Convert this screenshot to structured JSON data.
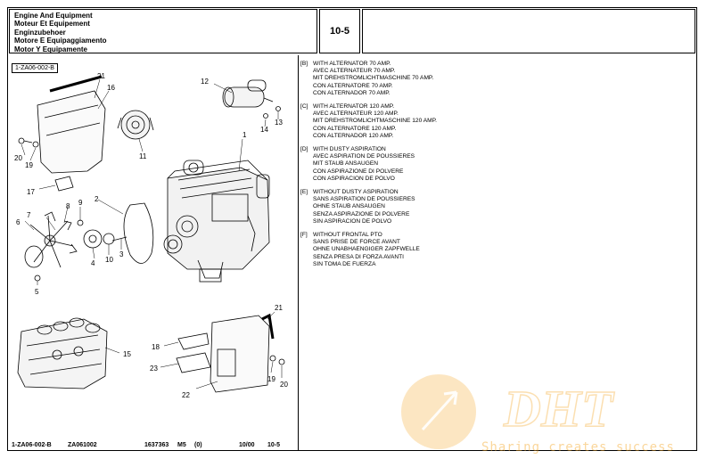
{
  "header": {
    "title_lines": [
      "Engine And Equipment",
      "Moteur Et Equipement",
      "Enginzubehoer",
      "Motore E Equipaggiamento",
      "Motor Y Equipamente"
    ],
    "page_code": "10-5"
  },
  "figure": {
    "reference": "1-ZA06-002-B",
    "callouts": [
      "21",
      "16",
      "12",
      "11",
      "14",
      "13",
      "20",
      "19",
      "1",
      "17",
      "2",
      "9",
      "8",
      "7",
      "6",
      "4",
      "10",
      "3",
      "5",
      "21",
      "18",
      "15",
      "23",
      "19",
      "20",
      "22"
    ]
  },
  "notes": [
    {
      "tag": "[B]",
      "lines": [
        "WITH ALTERNATOR 70 AMP.",
        "AVEC ALTERNATEUR 70 AMP.",
        "MIT DREHSTROMLICHTMASCHINE 70 AMP.",
        "CON ALTERNATORE 70 AMP.",
        "CON ALTERNADOR 70 AMP."
      ]
    },
    {
      "tag": "[C]",
      "lines": [
        "WITH ALTERNATOR 120 AMP.",
        "AVEC ALTERNATEUR 120 AMP.",
        "MIT DREHSTROMLICHTMASCHINE 120 AMP.",
        "CON ALTERNATORE 120 AMP.",
        "CON ALTERNADOR 120 AMP."
      ]
    },
    {
      "tag": "[D]",
      "lines": [
        "WITH DUSTY ASPIRATION",
        "AVEC ASPIRATION DE POUSSIERES",
        "MIT STAUB ANSAUGEN",
        "CON ASPIRAZIONE DI POLVERE",
        "CON ASPIRACION DE POLVO"
      ]
    },
    {
      "tag": "[E]",
      "lines": [
        "WITHOUT DUSTY ASPIRATION",
        "SANS ASPIRATION DE POUSSIERES",
        "OHNE STAUB ANSAUGEN",
        "SENZA ASPIRAZIONE DI POLVERE",
        "SIN ASPIRACION DE POLVO"
      ]
    },
    {
      "tag": "[F]",
      "lines": [
        "WITHOUT FRONTAL PTO",
        "SANS PRISE DE FORCE AVANT",
        "OHNE UNABHAENGIGER ZAPFWELLE",
        "SENZA PRESA DI FORZA AVANTI",
        "SIN TOMA DE FUERZA"
      ]
    }
  ],
  "footer": {
    "ref": "1-ZA06-002-B",
    "code": "ZA061002",
    "number": "1637363",
    "m": "M5",
    "zero": "(0)",
    "date": "10/00",
    "page": "10-5"
  },
  "watermark": {
    "brand": "DHT",
    "slogan": "Sharing creates success",
    "color": "#f5a623"
  }
}
